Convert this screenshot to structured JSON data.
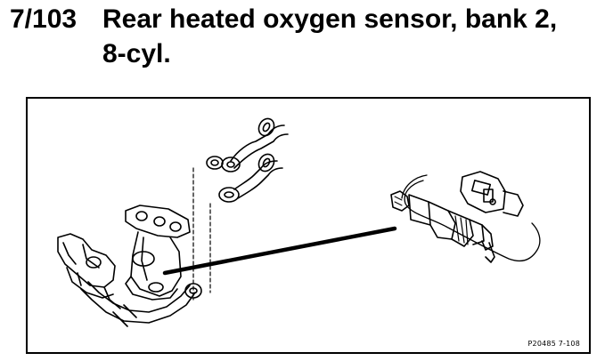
{
  "section": {
    "number": "7/103",
    "title_line_1": "Rear heated oxygen sensor, bank 2,",
    "title_line_2": "8-cyl."
  },
  "figure": {
    "code": "P20485 7-108",
    "line_color": "#000000",
    "background_color": "#ffffff"
  }
}
